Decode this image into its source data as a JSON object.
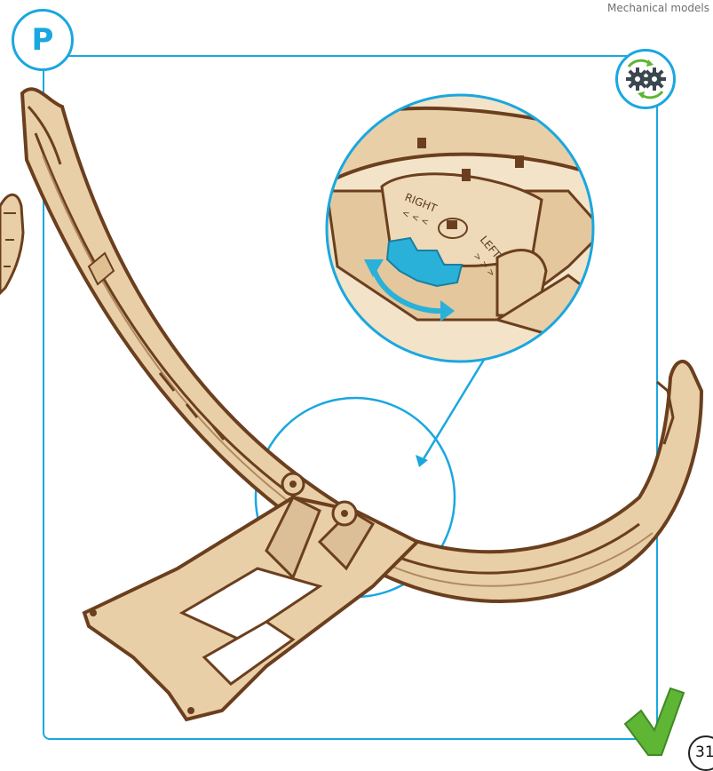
{
  "header": {
    "category": "Mechanical models"
  },
  "step": {
    "letter": "P"
  },
  "detail": {
    "label_right": "RIGHT",
    "label_left": "LEFT",
    "arrows_right": "< < <",
    "arrows_left": "> > >"
  },
  "icons": {
    "assembly_gears": "gears-rotate-icon",
    "done": "checkmark-icon"
  },
  "colors": {
    "accent": "#1aa7e0",
    "wood": "#e9cfa8",
    "wood_edge": "#6b3f1e",
    "gear": "#2ab1d9",
    "check": "#5fb534"
  },
  "footer": {
    "page_number": "31"
  }
}
